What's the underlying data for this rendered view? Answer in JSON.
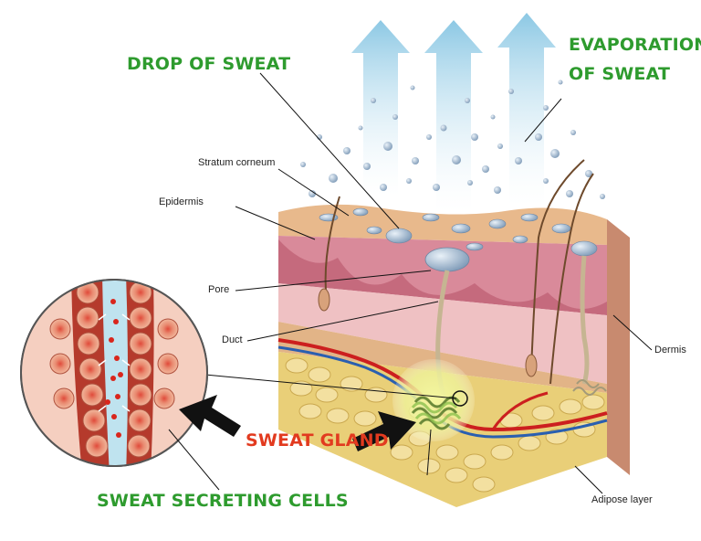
{
  "labels": {
    "drop_of_sweat": "DROP OF SWEAT",
    "evaporation_line1": "EVAPORATION",
    "evaporation_line2": "OF SWEAT",
    "sweat_gland": "SWEAT GLAND",
    "sweat_secreting_cells": "SWEAT SECRETING CELLS",
    "stratum_corneum": "Stratum corneum",
    "epidermis": "Epidermis",
    "pore": "Pore",
    "duct": "Duct",
    "dermis": "Dermis",
    "adipose_layer": "Adipose layer"
  },
  "colors": {
    "green_label": "#2e9b2e",
    "red_label": "#e23a1f",
    "arrow_blue": "#a9d6ea",
    "skin_top": "#e8b98c",
    "epidermis_pink": "#d98a9a",
    "dermis_pink": "#efc1c3",
    "adipose_yellow": "#e9cf78",
    "artery_red": "#cc1f1f",
    "vein_blue": "#2a5fb0",
    "gland_green": "#8bcf4a"
  }
}
